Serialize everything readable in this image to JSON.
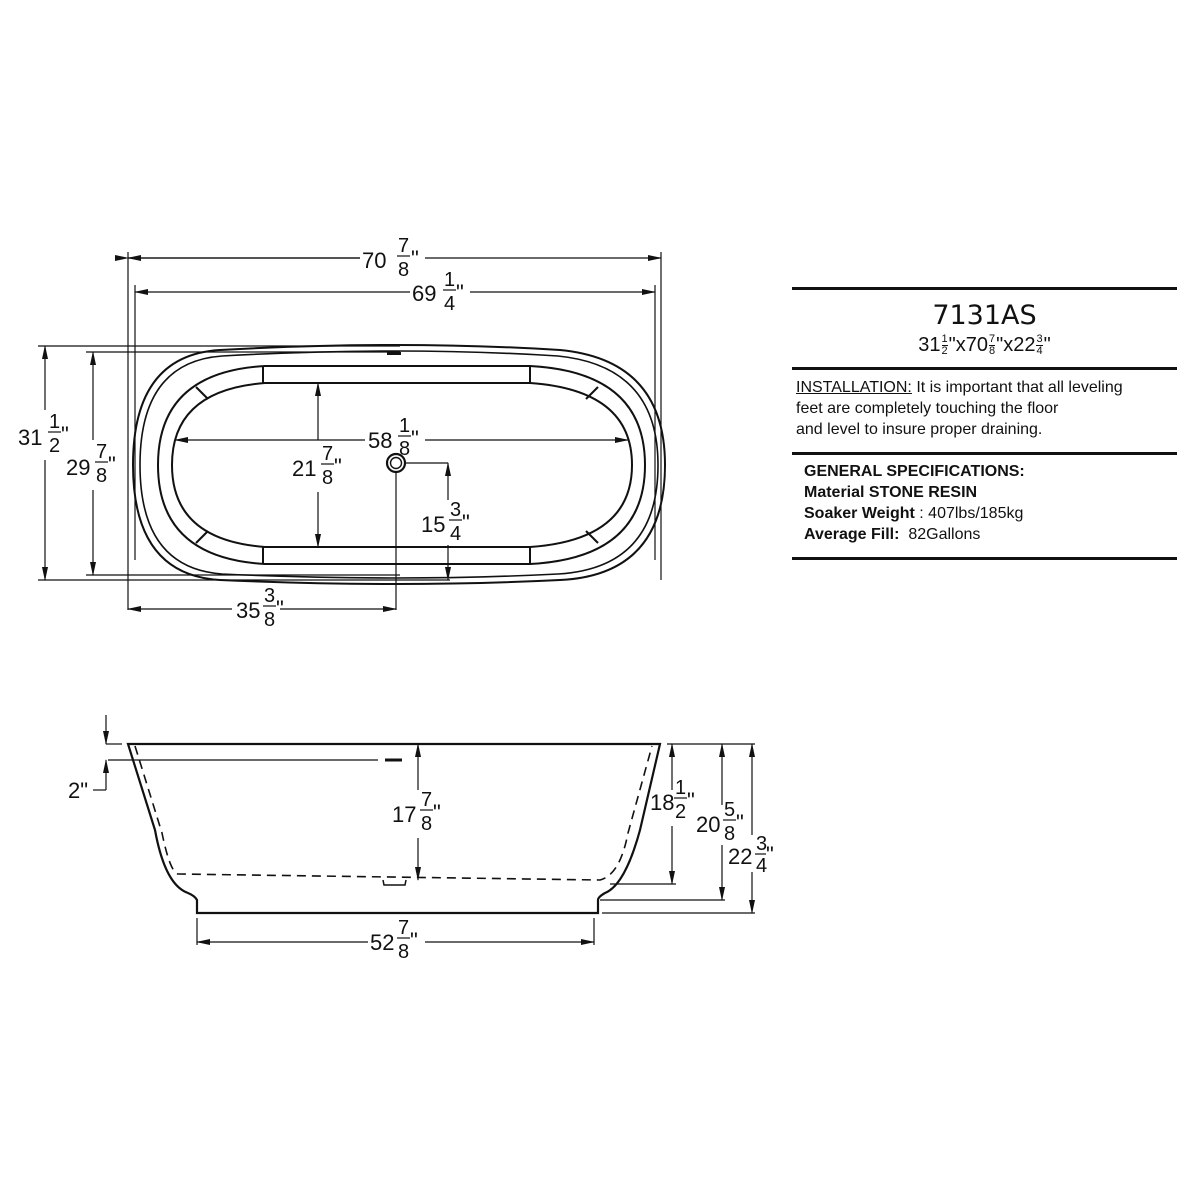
{
  "title_block": {
    "model": "7131AS",
    "overall_size": {
      "width_whole": "31",
      "width_num": "1",
      "width_den": "2",
      "length_whole": "70",
      "length_num": "7",
      "length_den": "8",
      "height_whole": "22",
      "height_num": "3",
      "height_den": "4",
      "inch": "\"",
      "sep": "x"
    },
    "installation_label": "INSTALLATION:",
    "installation_text_1": " It is important that all leveling",
    "installation_text_2": "feet are completely touching the floor",
    "installation_text_3": "and level to insure proper draining.",
    "specs_heading": "GENERAL SPECIFICATIONS:",
    "material_label": "Material STONE RESIN",
    "weight_label": "Soaker Weight",
    "weight_value": " : 407lbs/185kg",
    "fill_label": "Average Fill:",
    "fill_value": "  82Gallons"
  },
  "top_view": {
    "overall_length": {
      "whole": "70",
      "num": "7",
      "den": "8"
    },
    "rim_length": {
      "whole": "69",
      "num": "1",
      "den": "4"
    },
    "overall_width": {
      "whole": "31",
      "num": "1",
      "den": "2"
    },
    "rim_width": {
      "whole": "29",
      "num": "7",
      "den": "8"
    },
    "interior_length": {
      "whole": "58",
      "num": "1",
      "den": "8"
    },
    "interior_width": {
      "whole": "21",
      "num": "7",
      "den": "8"
    },
    "drain_offset_y": {
      "whole": "15",
      "num": "3",
      "den": "4"
    },
    "drain_offset_x": {
      "whole": "35",
      "num": "3",
      "den": "8"
    },
    "inch": "\""
  },
  "side_view": {
    "overflow_drop": "2\"",
    "water_depth": {
      "whole": "17",
      "num": "7",
      "den": "8"
    },
    "interior_depth": {
      "whole": "18",
      "num": "1",
      "den": "2"
    },
    "height_to_base": {
      "whole": "20",
      "num": "5",
      "den": "8"
    },
    "overall_height": {
      "whole": "22",
      "num": "3",
      "den": "4"
    },
    "base_length": {
      "whole": "52",
      "num": "7",
      "den": "8"
    },
    "inch": "\""
  }
}
